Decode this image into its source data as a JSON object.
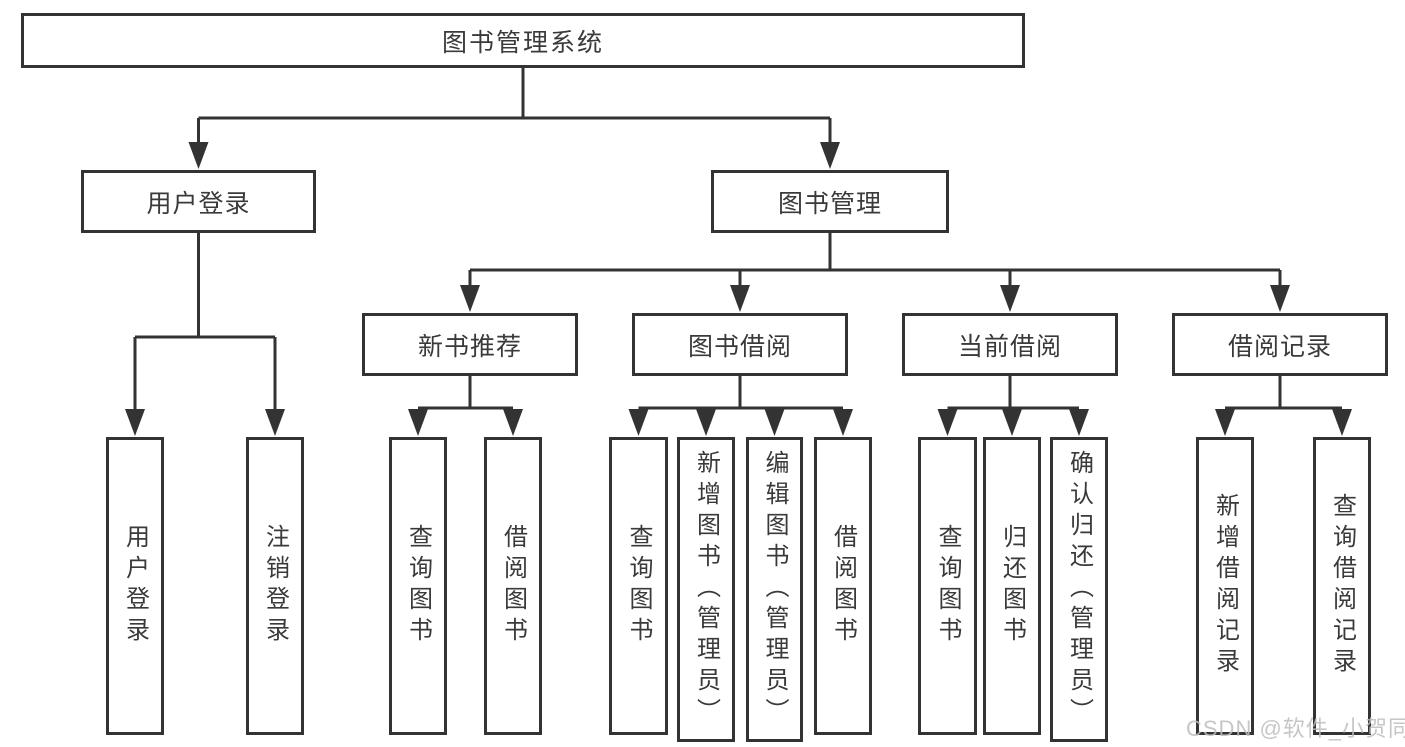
{
  "tree": {
    "root": {
      "label": "图书管理系统"
    },
    "user_login": {
      "label": "用户登录",
      "children": [
        {
          "label": "用户登录"
        },
        {
          "label": "注销登录"
        }
      ]
    },
    "book_management": {
      "label": "图书管理",
      "groups": [
        {
          "label": "新书推荐",
          "children": [
            {
              "label": "查询图书"
            },
            {
              "label": "借阅图书"
            }
          ]
        },
        {
          "label": "图书借阅",
          "children": [
            {
              "label": "查询图书"
            },
            {
              "label": "新增图书（管理员）"
            },
            {
              "label": "编辑图书（管理员）"
            },
            {
              "label": "借阅图书"
            }
          ]
        },
        {
          "label": "当前借阅",
          "children": [
            {
              "label": "查询图书"
            },
            {
              "label": "归还图书"
            },
            {
              "label": "确认归还（管理员）"
            }
          ]
        },
        {
          "label": "借阅记录",
          "children": [
            {
              "label": "新增借阅记录"
            },
            {
              "label": "查询借阅记录"
            }
          ]
        }
      ]
    }
  },
  "watermark": {
    "text": "CSDN @软件_小贺同学"
  },
  "colors": {
    "line": "#333333",
    "text": "#3a3a3a",
    "watermark": "#bdbdbd",
    "background": "#ffffff"
  }
}
